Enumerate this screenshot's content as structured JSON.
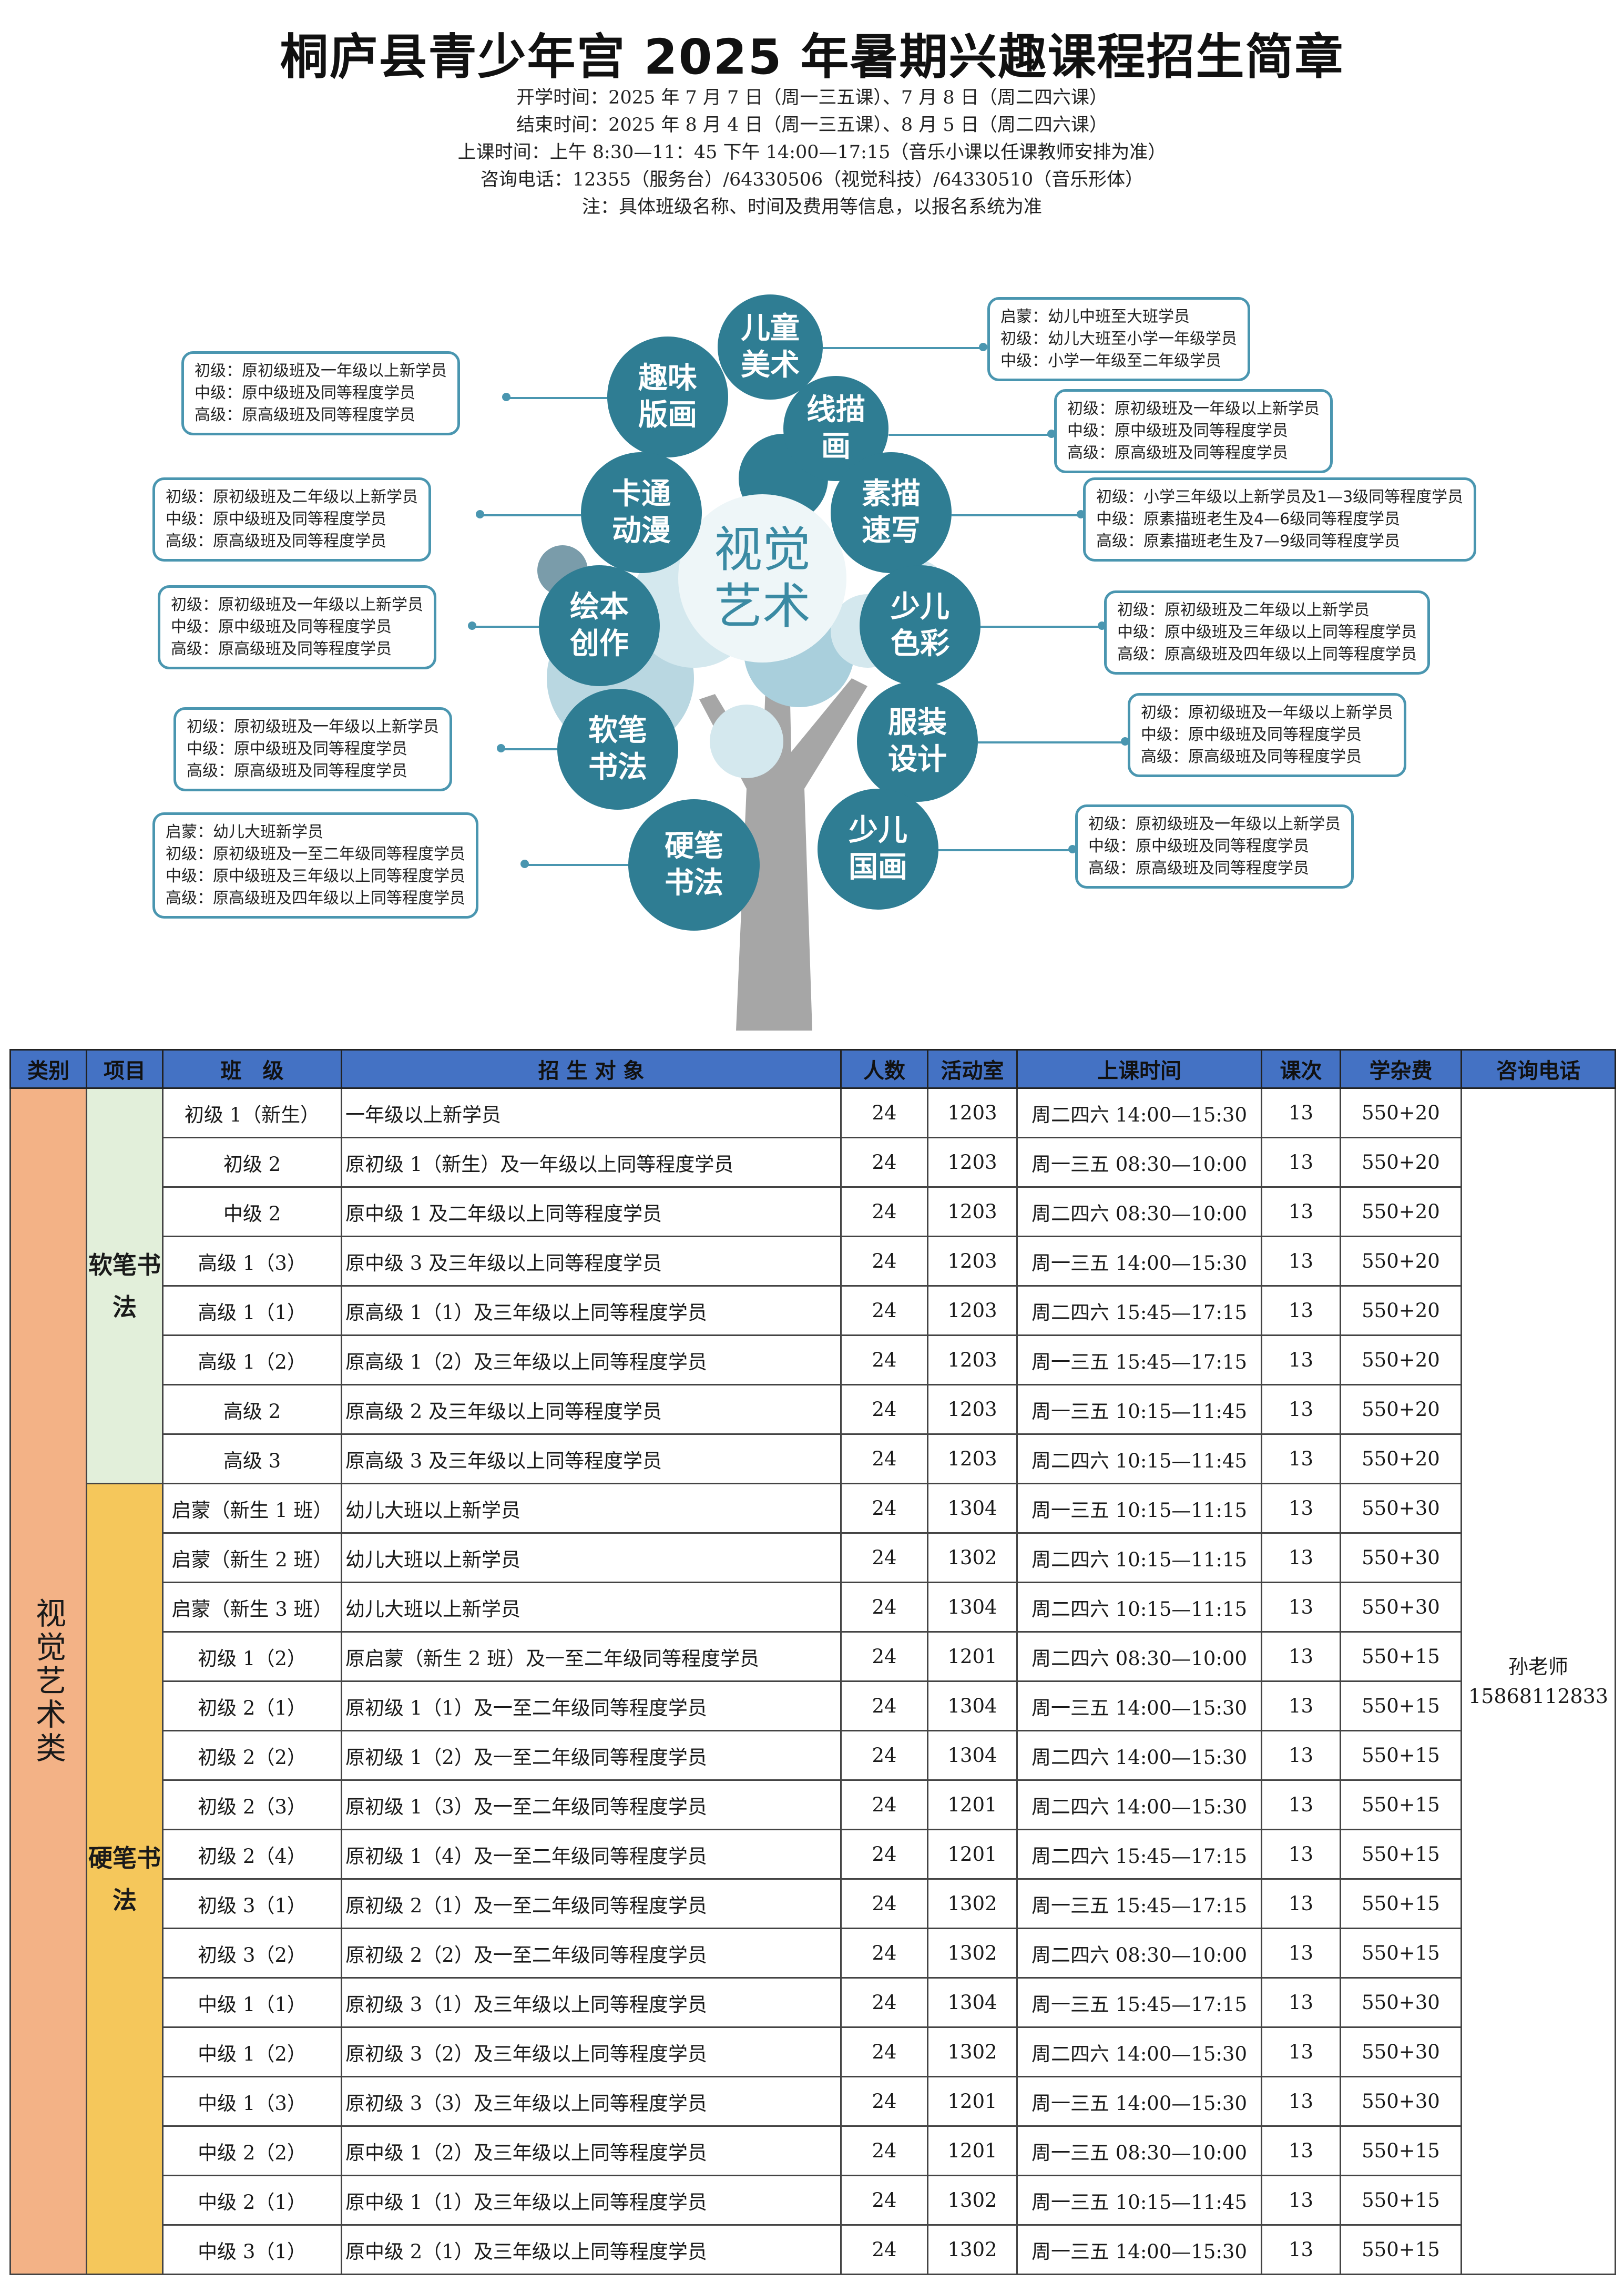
{
  "header": {
    "title": "桐庐县青少年宫 2025 年暑期兴趣课程招生简章",
    "lines": [
      "开学时间：2025 年 7 月 7 日（周一三五课）、7 月 8 日（周二四六课）",
      "结束时间：2025 年 8 月 4 日（周一三五课）、8 月 5 日（周二四六课）",
      "上课时间：上午 8:30—11：45  下午 14:00—17:15（音乐小课以任课教师安排为准）",
      "咨询电话：12355（服务台）/64330506（视觉科技）/64330510（音乐形体）",
      "注：具体班级名称、时间及费用等信息，以报名系统为准"
    ]
  },
  "tree": {
    "center": [
      "视觉",
      "艺术"
    ],
    "courses": [
      {
        "name": [
          "儿童",
          "美术"
        ],
        "info": [
          "启蒙：幼儿中班至大班学员",
          "初级：幼儿大班至小学一年级学员",
          "中级：小学一年级至二年级学员"
        ]
      },
      {
        "name": [
          "趣味",
          "版画"
        ],
        "info": [
          "初级：原初级班及一年级以上新学员",
          "中级：原中级班及同等程度学员",
          "高级：原高级班及同等程度学员"
        ]
      },
      {
        "name": [
          "线描",
          "画"
        ],
        "info": [
          "初级：原初级班及一年级以上新学员",
          "中级：原中级班及同等程度学员",
          "高级：原高级班及同等程度学员"
        ]
      },
      {
        "name": [
          "卡通",
          "动漫"
        ],
        "info": [
          "初级：原初级班及二年级以上新学员",
          "中级：原中级班及同等程度学员",
          "高级：原高级班及同等程度学员"
        ]
      },
      {
        "name": [
          "素描",
          "速写"
        ],
        "info": [
          "初级：小学三年级以上新学员及1—3级同等程度学员",
          "中级：原素描班老生及4—6级同等程度学员",
          "高级：原素描班老生及7—9级同等程度学员"
        ]
      },
      {
        "name": [
          "绘本",
          "创作"
        ],
        "info": [
          "初级：原初级班及一年级以上新学员",
          "中级：原中级班及同等程度学员",
          "高级：原高级班及同等程度学员"
        ]
      },
      {
        "name": [
          "少儿",
          "色彩"
        ],
        "info": [
          "初级：原初级班及二年级以上新学员",
          "中级：原中级班及三年级以上同等程度学员",
          "高级：原高级班及四年级以上同等程度学员"
        ]
      },
      {
        "name": [
          "软笔",
          "书法"
        ],
        "info": [
          "初级：原初级班及一年级以上新学员",
          "中级：原中级班及同等程度学员",
          "高级：原高级班及同等程度学员"
        ]
      },
      {
        "name": [
          "服装",
          "设计"
        ],
        "info": [
          "初级：原初级班及一年级以上新学员",
          "中级：原中级班及同等程度学员",
          "高级：原高级班及同等程度学员"
        ]
      },
      {
        "name": [
          "硬笔",
          "书法"
        ],
        "info": [
          "启蒙：幼儿大班新学员",
          "初级：原初级班及一至二年级同等程度学员",
          "中级：原中级班及三年级以上同等程度学员",
          "高级：原高级班及四年级以上同等程度学员"
        ]
      },
      {
        "name": [
          "少儿",
          "国画"
        ],
        "info": [
          "初级：原初级班及一年级以上新学员",
          "中级：原中级班及同等程度学员",
          "高级：原高级班及同等程度学员"
        ]
      }
    ]
  },
  "table": {
    "headers": [
      "类别",
      "项目",
      "班　级",
      "招 生 对 象",
      "人数",
      "活动室",
      "上课时间",
      "课次",
      "学杂费",
      "咨询电话"
    ],
    "category": "视觉艺术类",
    "phone": [
      "孙老师",
      "15868112833"
    ],
    "groups": [
      {
        "project": "软笔书法",
        "rows": [
          [
            "初级 1（新生）",
            "一年级以上新学员",
            "24",
            "1203",
            "周二四六 14:00—15:30",
            "13",
            "550+20"
          ],
          [
            "初级 2",
            "原初级 1（新生）及一年级以上同等程度学员",
            "24",
            "1203",
            "周一三五 08:30—10:00",
            "13",
            "550+20"
          ],
          [
            "中级 2",
            "原中级 1 及二年级以上同等程度学员",
            "24",
            "1203",
            "周二四六 08:30—10:00",
            "13",
            "550+20"
          ],
          [
            "高级 1（3）",
            "原中级 3 及三年级以上同等程度学员",
            "24",
            "1203",
            "周一三五 14:00—15:30",
            "13",
            "550+20"
          ],
          [
            "高级 1（1）",
            "原高级 1（1）及三年级以上同等程度学员",
            "24",
            "1203",
            "周二四六 15:45—17:15",
            "13",
            "550+20"
          ],
          [
            "高级 1（2）",
            "原高级 1（2）及三年级以上同等程度学员",
            "24",
            "1203",
            "周一三五 15:45—17:15",
            "13",
            "550+20"
          ],
          [
            "高级 2",
            "原高级 2 及三年级以上同等程度学员",
            "24",
            "1203",
            "周一三五 10:15—11:45",
            "13",
            "550+20"
          ],
          [
            "高级 3",
            "原高级 3 及三年级以上同等程度学员",
            "24",
            "1203",
            "周二四六 10:15—11:45",
            "13",
            "550+20"
          ]
        ]
      },
      {
        "project": "硬笔书法",
        "rows": [
          [
            "启蒙（新生 1 班）",
            "幼儿大班以上新学员",
            "24",
            "1304",
            "周一三五 10:15—11:15",
            "13",
            "550+30"
          ],
          [
            "启蒙（新生 2 班）",
            "幼儿大班以上新学员",
            "24",
            "1302",
            "周二四六 10:15—11:15",
            "13",
            "550+30"
          ],
          [
            "启蒙（新生 3 班）",
            "幼儿大班以上新学员",
            "24",
            "1304",
            "周二四六 10:15—11:15",
            "13",
            "550+30"
          ],
          [
            "初级 1（2）",
            "原启蒙（新生 2 班）及一至二年级同等程度学员",
            "24",
            "1201",
            "周二四六 08:30—10:00",
            "13",
            "550+15"
          ],
          [
            "初级 2（1）",
            "原初级 1（1）及一至二年级同等程度学员",
            "24",
            "1304",
            "周一三五 14:00—15:30",
            "13",
            "550+15"
          ],
          [
            "初级 2（2）",
            "原初级 1（2）及一至二年级同等程度学员",
            "24",
            "1304",
            "周二四六 14:00—15:30",
            "13",
            "550+15"
          ],
          [
            "初级 2（3）",
            "原初级 1（3）及一至二年级同等程度学员",
            "24",
            "1201",
            "周二四六 14:00—15:30",
            "13",
            "550+15"
          ],
          [
            "初级 2（4）",
            "原初级 1（4）及一至二年级同等程度学员",
            "24",
            "1201",
            "周二四六 15:45—17:15",
            "13",
            "550+15"
          ],
          [
            "初级 3（1）",
            "原初级 2（1）及一至二年级同等程度学员",
            "24",
            "1302",
            "周一三五 15:45—17:15",
            "13",
            "550+15"
          ],
          [
            "初级 3（2）",
            "原初级 2（2）及一至二年级同等程度学员",
            "24",
            "1302",
            "周二四六 08:30—10:00",
            "13",
            "550+15"
          ],
          [
            "中级 1（1）",
            "原初级 3（1）及三年级以上同等程度学员",
            "24",
            "1304",
            "周一三五 15:45—17:15",
            "13",
            "550+30"
          ],
          [
            "中级 1（2）",
            "原初级 3（2）及三年级以上同等程度学员",
            "24",
            "1302",
            "周二四六 14:00—15:30",
            "13",
            "550+30"
          ],
          [
            "中级 1（3）",
            "原初级 3（3）及三年级以上同等程度学员",
            "24",
            "1201",
            "周一三五 14:00—15:30",
            "13",
            "550+30"
          ],
          [
            "中级 2（2）",
            "原中级 1（2）及三年级以上同等程度学员",
            "24",
            "1201",
            "周一三五 08:30—10:00",
            "13",
            "550+15"
          ],
          [
            "中级 2（1）",
            "原中级 1（1）及三年级以上同等程度学员",
            "24",
            "1302",
            "周一三五 10:15—11:45",
            "13",
            "550+15"
          ],
          [
            "中级 3（1）",
            "原中级 2（1）及三年级以上同等程度学员",
            "24",
            "1302",
            "周一三五 14:00—15:30",
            "13",
            "550+15"
          ]
        ]
      }
    ]
  }
}
